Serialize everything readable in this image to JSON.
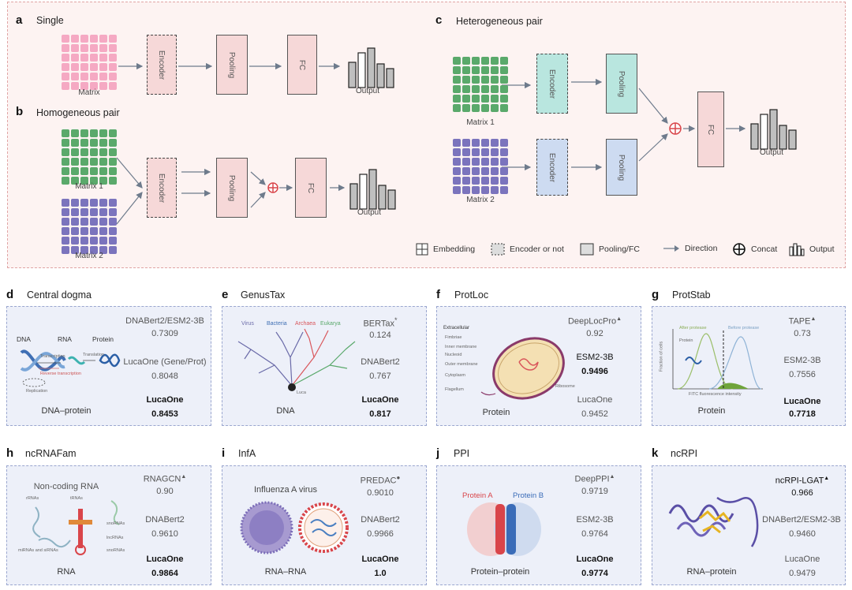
{
  "top": {
    "a": {
      "letter": "a",
      "title": "Single",
      "matrix": "Matrix",
      "encoder": "Encoder",
      "pooling": "Pooling",
      "fc": "FC",
      "output": "Output"
    },
    "b": {
      "letter": "b",
      "title": "Homogeneous pair",
      "matrix1": "Matrix 1",
      "matrix2": "Matrix 2",
      "encoder": "Encoder",
      "pooling": "Pooling",
      "fc": "FC",
      "output": "Output"
    },
    "c": {
      "letter": "c",
      "title": "Heterogeneous pair",
      "matrix1": "Matrix 1",
      "matrix2": "Matrix 2",
      "encoder1": "Encoder",
      "encoder2": "Encoder",
      "pooling1": "Pooling",
      "pooling2": "Pooling",
      "fc": "FC",
      "output": "Output"
    },
    "legend": {
      "embedding": "Embedding",
      "encoder": "Encoder or not",
      "pooling": "Pooling/FC",
      "direction": "Direction",
      "concat": "Concat",
      "output": "Output"
    }
  },
  "colors": {
    "pink_cell": "#f5a9c3",
    "green_cell": "#5aa96b",
    "purple_cell": "#7b74bd",
    "pink_box": "#f6d8d8",
    "teal_box": "#b9e6df",
    "blue_box": "#cddbf1",
    "card_bg": "#edf0f9"
  },
  "tasks": [
    {
      "letter": "d",
      "title": "Central dogma",
      "sublabel": "DNA–protein",
      "illus": {
        "dna": "DNA",
        "rna": "RNA",
        "protein": "Protein",
        "transcription": "Transcription",
        "translation": "Translation",
        "reverse": "Reverse transcription",
        "replication": "Replication"
      },
      "methods": [
        {
          "name": "DNABert2/ESM2-3B",
          "value": "0.7309",
          "bold": false
        },
        {
          "name": "LucaOne (Gene/Prot)",
          "value": "0.8048",
          "bold": false
        },
        {
          "name": "LucaOne",
          "value": "0.8453",
          "bold": true
        }
      ]
    },
    {
      "letter": "e",
      "title": "GenusTax",
      "sublabel": "DNA",
      "illus": {
        "virus": "Virus",
        "bacteria": "Bacteria",
        "archaea": "Archaea",
        "eukarya": "Eukarya",
        "luca": "Luca"
      },
      "methods": [
        {
          "name": "BERTax",
          "mark": "*",
          "value": "0.124",
          "bold": false
        },
        {
          "name": "DNABert2",
          "value": "0.767",
          "bold": false
        },
        {
          "name": "LucaOne",
          "value": "0.817",
          "bold": true
        }
      ]
    },
    {
      "letter": "f",
      "title": "ProtLoc",
      "sublabel": "Protein",
      "illus": {
        "extracellular": "Extracellular",
        "fimbriae": "Fimbriae",
        "inner": "Inner membrane",
        "nucleoid": "Nucleoid",
        "outer": "Outer membrane",
        "cytoplasm": "Cytoplasm",
        "flagellum": "Flagellum",
        "ribosome": "Ribosome"
      },
      "methods": [
        {
          "name": "DeepLocPro",
          "mark": "▲",
          "value": "0.92",
          "bold": false
        },
        {
          "name": "ESM2-3B",
          "value": "0.9496",
          "bold": true
        },
        {
          "name": "LucaOne",
          "value": "0.9452",
          "bold": false
        }
      ]
    },
    {
      "letter": "g",
      "title": "ProtStab",
      "sublabel": "Protein",
      "illus": {
        "after": "After protease",
        "before": "Before protease",
        "protein": "Protein",
        "ylabel": "Fraction of cells",
        "xlabel": "FITC fluorescence intensity"
      },
      "methods": [
        {
          "name": "TAPE",
          "mark": "▲",
          "value": "0.73",
          "bold": false
        },
        {
          "name": "ESM2-3B",
          "value": "0.7556",
          "bold": false
        },
        {
          "name": "LucaOne",
          "value": "0.7718",
          "bold": true
        }
      ]
    },
    {
      "letter": "h",
      "title": "ncRNAFam",
      "sublabel": "RNA",
      "illus": {
        "heading": "Non-coding RNA",
        "rrnas": "rRNAs",
        "trnas": "tRNAs",
        "snornas": "snoRNAs",
        "lncrnas": "lncRNAs",
        "snornas2": "snoRNAs",
        "mirnas": "miRNAs and siRNAs"
      },
      "methods": [
        {
          "name": "RNAGCN",
          "mark": "▲",
          "value": "0.90",
          "bold": false
        },
        {
          "name": "DNABert2",
          "value": "0.9610",
          "bold": false
        },
        {
          "name": "LucaOne",
          "value": "0.9864",
          "bold": true
        }
      ]
    },
    {
      "letter": "i",
      "title": "InfA",
      "sublabel": "RNA–RNA",
      "illus": {
        "heading": "Influenza A virus"
      },
      "methods": [
        {
          "name": "PREDAC",
          "mark": "●",
          "value": "0.9010",
          "bold": false
        },
        {
          "name": "DNABert2",
          "value": "0.9966",
          "bold": false
        },
        {
          "name": "LucaOne",
          "value": "1.0",
          "bold": true
        }
      ]
    },
    {
      "letter": "j",
      "title": "PPI",
      "sublabel": "Protein–protein",
      "illus": {
        "a": "Protein A",
        "b": "Protein B"
      },
      "methods": [
        {
          "name": "DeepPPI",
          "mark": "▲",
          "value": "0.9719",
          "bold": false
        },
        {
          "name": "ESM2-3B",
          "value": "0.9764",
          "bold": false
        },
        {
          "name": "LucaOne",
          "value": "0.9774",
          "bold": true
        }
      ]
    },
    {
      "letter": "k",
      "title": "ncRPI",
      "sublabel": "RNA–protein",
      "illus": {},
      "methods": [
        {
          "name": "ncRPI-LGAT",
          "mark": "▲",
          "value": "0.966",
          "bold": true
        },
        {
          "name": "DNABert2/ESM2-3B",
          "value": "0.9460",
          "bold": false
        },
        {
          "name": "LucaOne",
          "value": "0.9479",
          "bold": false
        }
      ]
    }
  ]
}
